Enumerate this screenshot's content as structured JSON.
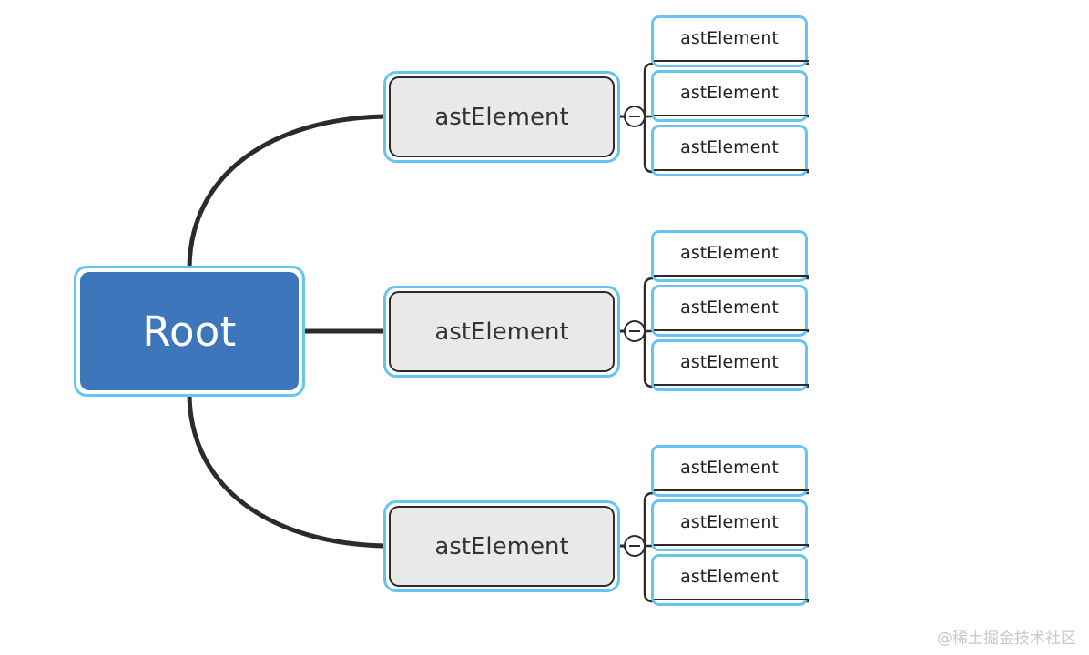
{
  "diagram": {
    "type": "mind-map-tree",
    "background_color": "#ffffff",
    "colors": {
      "root_fill": "#3E76BC",
      "root_text": "#ffffff",
      "selection_ring": "#66C4F0",
      "branch_fill": "#E9E9E9",
      "branch_border": "#2B2B2B",
      "branch_text": "#333333",
      "leaf_fill": "#ffffff",
      "leaf_text": "#222222",
      "edge": "#2B2B2B",
      "watermark": "#C9C9C9"
    },
    "root": {
      "label": "Root"
    },
    "branches": [
      {
        "label": "astElement",
        "toggle": "collapse-minus",
        "leaves": [
          {
            "label": "astElement"
          },
          {
            "label": "astElement"
          },
          {
            "label": "astElement"
          }
        ]
      },
      {
        "label": "astElement",
        "toggle": "collapse-minus",
        "leaves": [
          {
            "label": "astElement"
          },
          {
            "label": "astElement"
          },
          {
            "label": "astElement"
          }
        ]
      },
      {
        "label": "astElement",
        "toggle": "collapse-minus",
        "leaves": [
          {
            "label": "astElement"
          },
          {
            "label": "astElement"
          },
          {
            "label": "astElement"
          }
        ]
      }
    ],
    "watermark": "@稀土掘金技术社区"
  }
}
